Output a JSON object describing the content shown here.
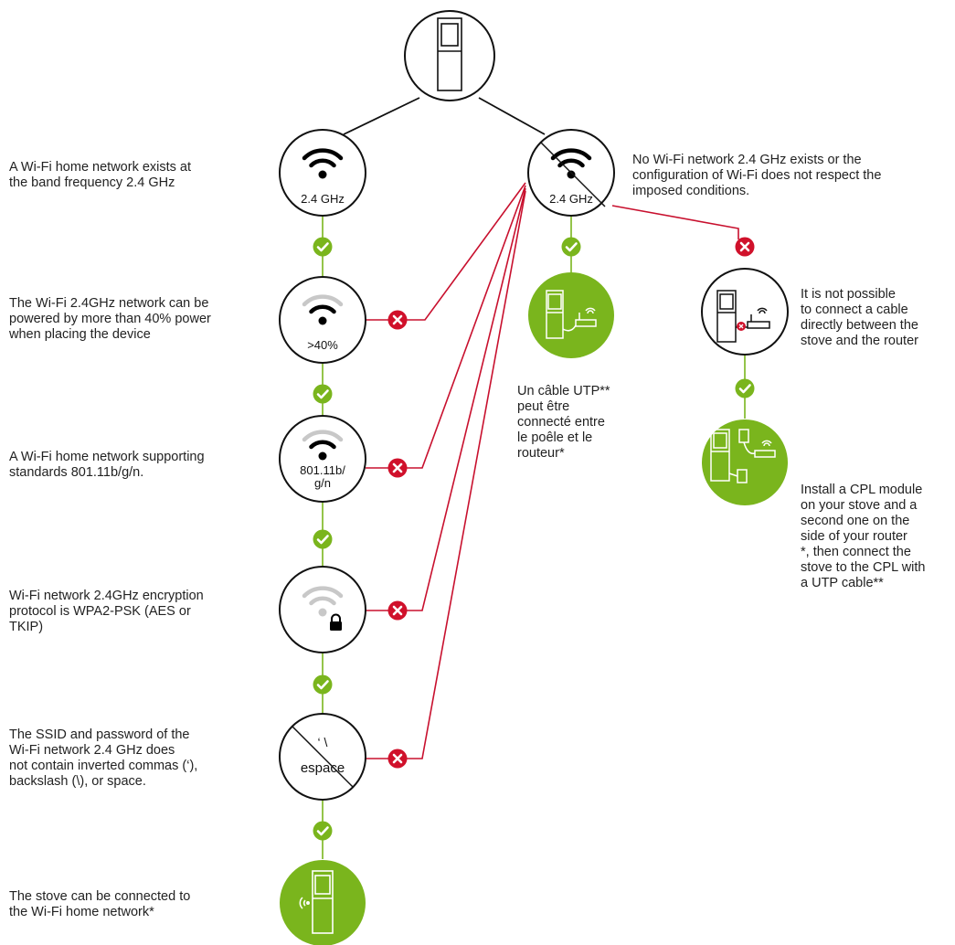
{
  "colors": {
    "line": "#111111",
    "connector": "#c8102e",
    "success": "#7ab51d",
    "fail": "#d0112b",
    "signal_weak": "#c8c8c8"
  },
  "nodes": {
    "band_label": "2.4 GHz",
    "power_label": ">40%",
    "standards_label_line1": "801.11b/",
    "standards_label_line2": "g/n",
    "chars_label_line1": "‘ \\",
    "chars_label_line2": "espace",
    "no_band_label": "2.4 GHz"
  },
  "texts": {
    "left_1": [
      "A Wi-Fi home network exists at",
      "the band frequency 2.4 GHz"
    ],
    "left_2": [
      "The Wi-Fi 2.4GHz network can be",
      "powered by more than 40% power",
      "when placing the device"
    ],
    "left_3": [
      "A Wi-Fi home network supporting",
      "standards 801.11b/g/n."
    ],
    "left_4": [
      "Wi-Fi network 2.4GHz encryption",
      "protocol is WPA2-PSK (AES or",
      "TKIP)"
    ],
    "left_5": [
      "The SSID and password of the",
      "Wi-Fi network 2.4 GHz does",
      "not contain inverted commas (‘),",
      "backslash (\\), or space."
    ],
    "left_6": [
      "The stove can be connected to",
      "the Wi-Fi home network*"
    ],
    "right_top": [
      "No Wi-Fi network 2.4 GHz exists or the",
      "configuration of Wi-Fi does not respect the",
      "imposed conditions."
    ],
    "cable": [
      "Un câble UTP**",
      "peut être",
      "connecté entre",
      "le poêle et le",
      "routeur*"
    ],
    "not_possible": [
      "It is not possible",
      "to connect a cable",
      "directly between the",
      "stove and the router"
    ],
    "cpl": [
      "Install a CPL module",
      "on your stove and a",
      "second one on the",
      "side of your router",
      "*, then connect the",
      "stove to the CPL with",
      "a UTP cable**"
    ]
  },
  "icons": [
    "stove-icon",
    "wifi-icon",
    "wifi-weak-icon",
    "lock-icon",
    "check-icon",
    "cross-icon",
    "router-icon",
    "cpl-plug-icon"
  ]
}
